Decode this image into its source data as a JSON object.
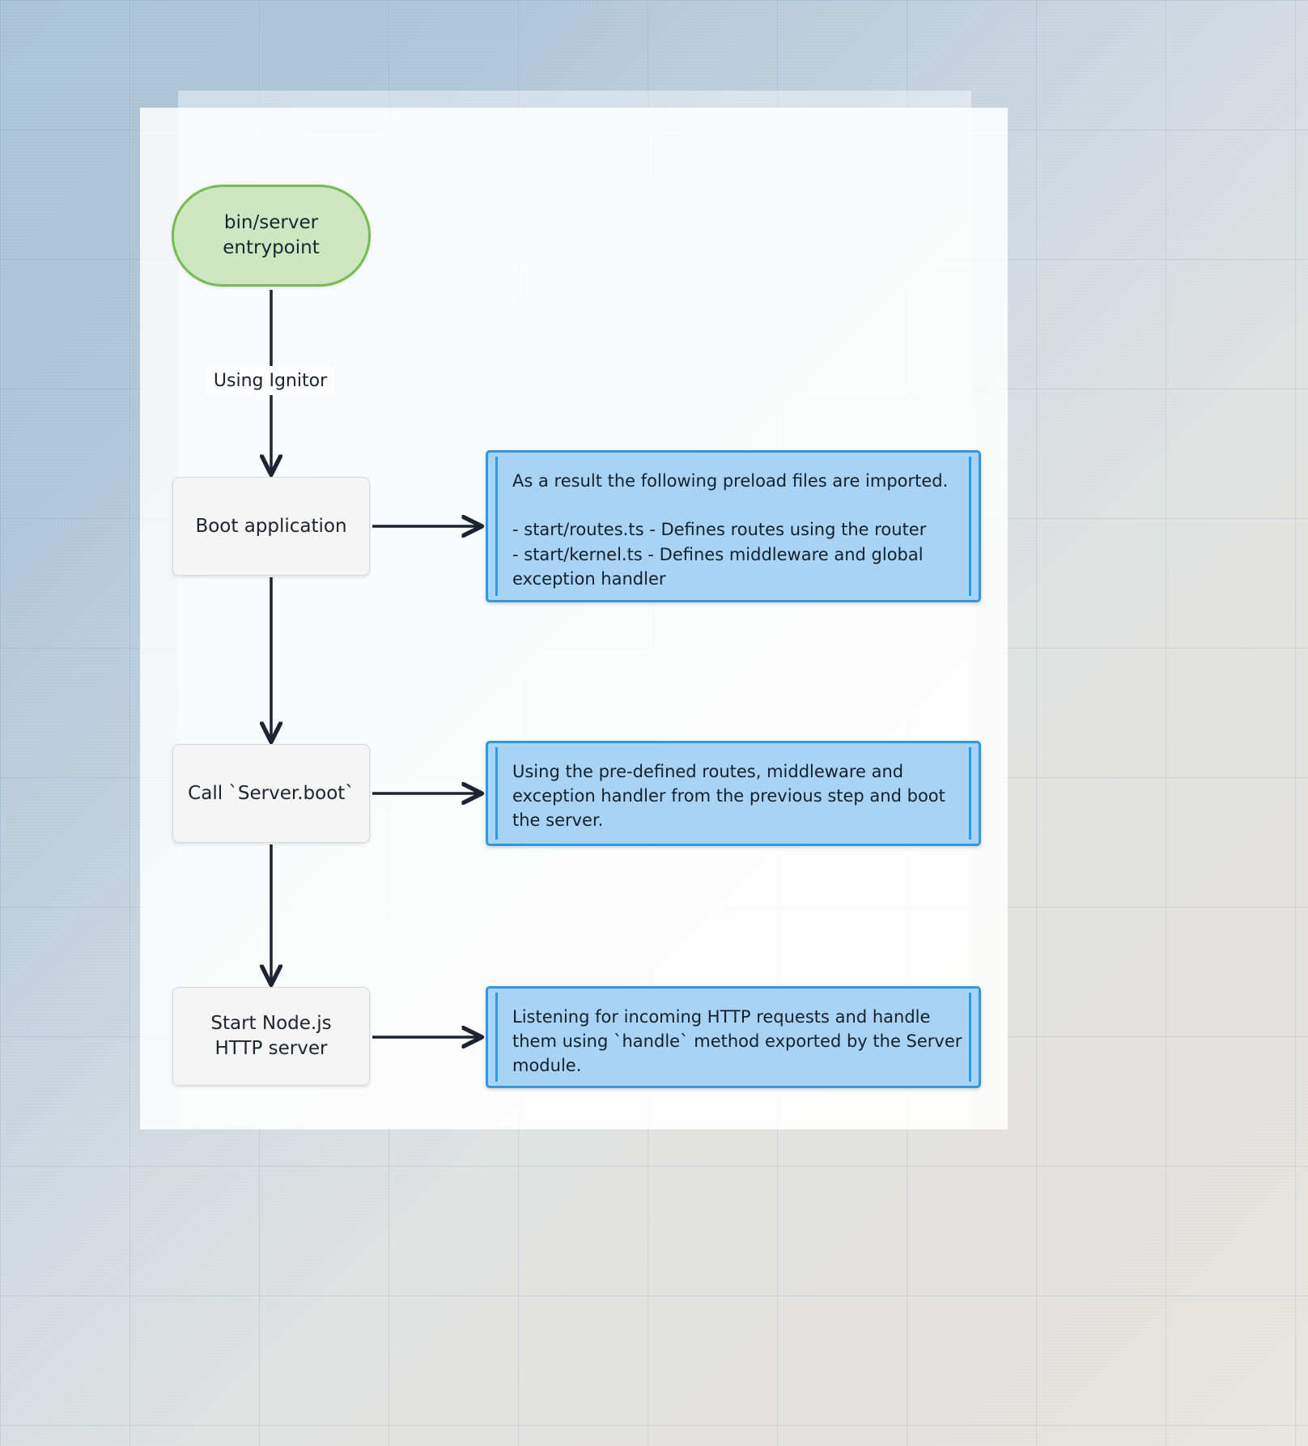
{
  "diagram": {
    "type": "flowchart",
    "direction": "top-down",
    "nodes": [
      {
        "id": "start",
        "label": "bin/server\nentrypoint",
        "shape": "stadium",
        "fill": "#cde7c0",
        "stroke": "#76bb55"
      },
      {
        "id": "boot",
        "label": "Boot application",
        "shape": "rectangle",
        "fill": "#f4f5f4",
        "stroke": "#d6d8d9"
      },
      {
        "id": "call",
        "label": "Call `Server.boot`",
        "shape": "rectangle",
        "fill": "#f4f5f4",
        "stroke": "#d6d8d9"
      },
      {
        "id": "http",
        "label": "Start Node.js\nHTTP server",
        "shape": "rectangle",
        "fill": "#f4f5f4",
        "stroke": "#d6d8d9"
      }
    ],
    "notes": [
      {
        "id": "note-1",
        "attached_to": "boot",
        "text": "As a result the following preload files are imported.\n\n- start/routes.ts - Defines routes using the router\n- start/kernel.ts - Defines middleware and global exception handler",
        "fill": "#a8d3f5",
        "stroke": "#2f97e4"
      },
      {
        "id": "note-2",
        "attached_to": "call",
        "text": "Using the pre-defined routes, middleware and exception handler from the previous step and boot the server.",
        "fill": "#a8d3f5",
        "stroke": "#2f97e4"
      },
      {
        "id": "note-3",
        "attached_to": "http",
        "text": "Listening for incoming HTTP requests and handle them using `handle` method exported by the Server module.",
        "fill": "#a8d3f5",
        "stroke": "#2f97e4"
      }
    ],
    "edges": [
      {
        "from": "start",
        "to": "boot",
        "label": "Using Ignitor",
        "arrow": true
      },
      {
        "from": "boot",
        "to": "call",
        "label": "",
        "arrow": true
      },
      {
        "from": "call",
        "to": "http",
        "label": "",
        "arrow": true
      },
      {
        "from": "boot",
        "to": "note-1",
        "label": "",
        "arrow": true
      },
      {
        "from": "call",
        "to": "note-2",
        "label": "",
        "arrow": true
      },
      {
        "from": "http",
        "to": "note-3",
        "label": "",
        "arrow": true
      }
    ],
    "colors": {
      "edge_stroke": "#1c2331",
      "text": "#1b2430",
      "canvas": "#ffffff",
      "backdrop_start": "#a9c3d8",
      "backdrop_end": "#e8e4de"
    }
  }
}
